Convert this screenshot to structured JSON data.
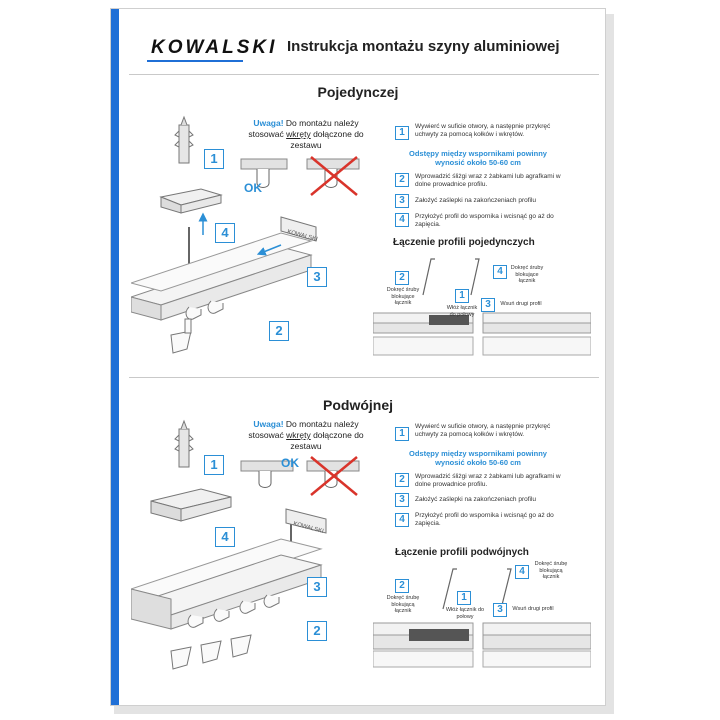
{
  "header": {
    "logo": "KOWALSKI",
    "title": "Instrukcja montażu szyny aluminiowej"
  },
  "sections": [
    {
      "title": "Pojedynczej",
      "warning_label": "Uwaga!",
      "warning_pre": "Do montażu należy stosować",
      "warning_link": "wkręty",
      "warning_post": "dołączone do zestawu",
      "ok_label": "OK",
      "steps": [
        {
          "num": "1",
          "text": "Wywierć w suficie otwory, a następnie przykręć uchwyty za pomocą kołków i wkrętów."
        },
        {
          "num": "2",
          "text": "Wprowadzić śliżgi wraz z żabkami lub agrafkami w dolne prowadnice profilu."
        },
        {
          "num": "3",
          "text": "Założyć zaślepki na zakończeniach profilu"
        },
        {
          "num": "4",
          "text": "Przyłożyć profil do wspornika i wcisnąć go aż do zapięcia."
        }
      ],
      "spacing_note": "Odstępy między wspornikami powinny wynosić około 50-60 cm",
      "joining_title": "Łączenie profili pojedynczych",
      "joining": {
        "step2": "Dokręć śruby blokujące łącznik",
        "step1": "Włóż łącznik do połowy",
        "step4": "Dokręć śruby blokujące łącznik",
        "step3": "Wsuń drugi profil"
      }
    },
    {
      "title": "Podwójnej",
      "warning_label": "Uwaga!",
      "warning_pre": "Do montażu należy stosować",
      "warning_link": "wkręty",
      "warning_post": "dołączone do zestawu",
      "ok_label": "OK",
      "steps": [
        {
          "num": "1",
          "text": "Wywierć w suficie otwory, a następnie przykręć uchwyty za pomocą kołków i wkrętów."
        },
        {
          "num": "2",
          "text": "Wprowadzić śliżgi wraz z żabkami lub agrafkami w dolne prowadnice profilu."
        },
        {
          "num": "3",
          "text": "Założyć zaślepki na zakończeniach profilu"
        },
        {
          "num": "4",
          "text": "Przyłożyć profil do wspornika i wcisnąć go aż do zapięcia."
        }
      ],
      "spacing_note": "Odstępy między wspornikami powinny wynosić około 50-60 cm",
      "joining_title": "Łączenie profili podwójnych",
      "joining": {
        "step2": "Dokręć śrubę blokującą łącznik",
        "step1": "Włóż łącznik do połowy",
        "step4": "Dokręć śrubę blokującą łącznik",
        "step3": "Wsuń drugi profil"
      }
    }
  ],
  "illustration_numbers": [
    "1",
    "2",
    "3",
    "4"
  ],
  "colors": {
    "accent": "#2b8fd6",
    "bar": "#1f6fd6",
    "cross": "#d9342b"
  }
}
